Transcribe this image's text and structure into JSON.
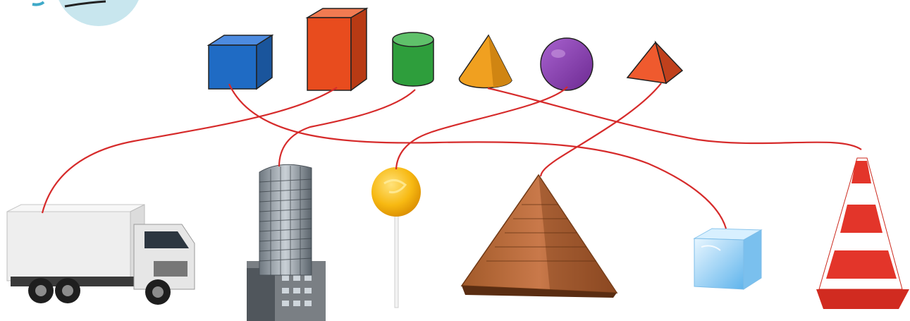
{
  "activity": {
    "task": "match-3d-shapes-to-real-objects",
    "shapes": [
      "cube",
      "cuboid",
      "cylinder",
      "cone",
      "sphere",
      "pyramid"
    ],
    "objects": [
      "truck",
      "skyscraper",
      "lollipop",
      "egyptian-pyramid",
      "ice-cube",
      "traffic-cone"
    ],
    "matches": [
      {
        "shape": "cube",
        "object": "ice-cube"
      },
      {
        "shape": "cuboid",
        "object": "truck"
      },
      {
        "shape": "cylinder",
        "object": "skyscraper"
      },
      {
        "shape": "cone",
        "object": "traffic-cone"
      },
      {
        "shape": "sphere",
        "object": "lollipop"
      },
      {
        "shape": "pyramid",
        "object": "egyptian-pyramid"
      }
    ]
  },
  "colors": {
    "line": "#d62b2b",
    "cube": "#1f6bc4",
    "cuboid": "#e84c1e",
    "cylinder": "#2e9e3c",
    "cone": "#f0a020",
    "sphere": "#8a3fb0",
    "pyramid": "#ef5a2e",
    "corner_badge": "#c8e6ee"
  }
}
